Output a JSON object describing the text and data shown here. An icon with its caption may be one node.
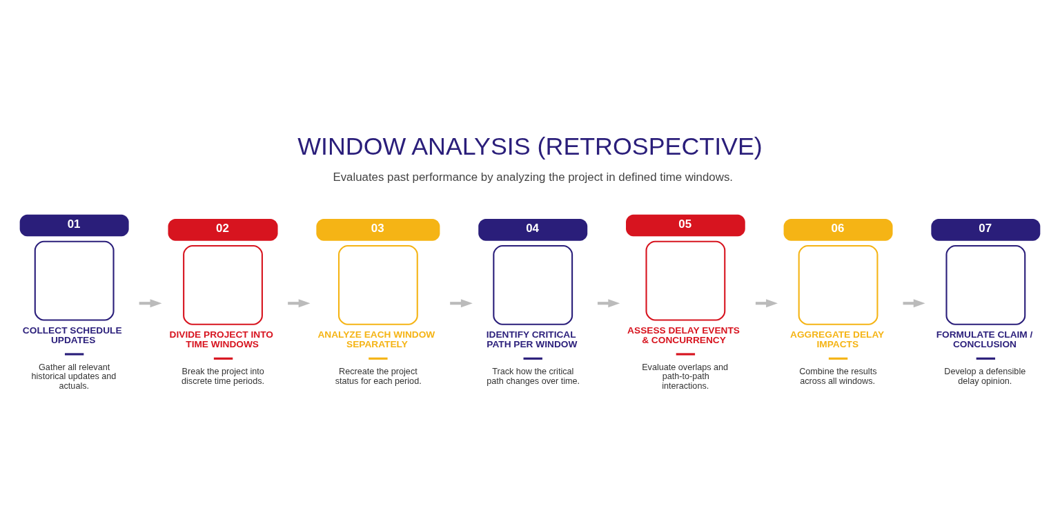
{
  "diagram": {
    "title": "WINDOW ANALYSIS (RETROSPECTIVE)",
    "nodes": [
      {
        "text": [
          "01",
          "COLLECT SCHEDULE UPDATES",
          "Gather all relevant historical updates and actuals."
        ]
      },
      {
        "text": [
          "02",
          "DIVIDE PROJECT INTO TIME WINDOWS",
          "Break the project into discrete time periods."
        ]
      },
      {
        "text": [
          "03",
          "ANALYZE EACH WINDOW SEPARATELY",
          "Recreate the project status for each period."
        ]
      },
      {
        "text": [
          "04",
          "IDENTIFY CRITICAL PATH PER WINDOW",
          "Track how the critical path changes over time."
        ]
      },
      {
        "text": [
          "05",
          "ASSESS DELAY EVENTS & CONCURRENCY",
          "Evaluate overlaps and path-to-path interactions."
        ]
      },
      {
        "text": [
          "06",
          "AGGREGATE DELAY IMPACTS",
          "Combine the results across all windows."
        ]
      },
      {
        "text": [
          "07",
          "FORMULATE CLAIM / CONCLUSION",
          "Develop a defensible delay opinion."
        ]
      }
    ],
    "edges": [
      {
        "from": 0,
        "to": 1,
        "arrow": "to"
      },
      {
        "from": 1,
        "to": 2,
        "arrow": "to"
      },
      {
        "from": 2,
        "to": 3,
        "arrow": "to"
      },
      {
        "from": 3,
        "to": 4,
        "arrow": "to"
      },
      {
        "from": 4,
        "to": 5,
        "arrow": "to"
      },
      {
        "from": 5,
        "to": 6,
        "arrow": "to"
      }
    ],
    "labels": [
      "Evaluates past performance by analyzing the project in defined time windows."
    ]
  }
}
